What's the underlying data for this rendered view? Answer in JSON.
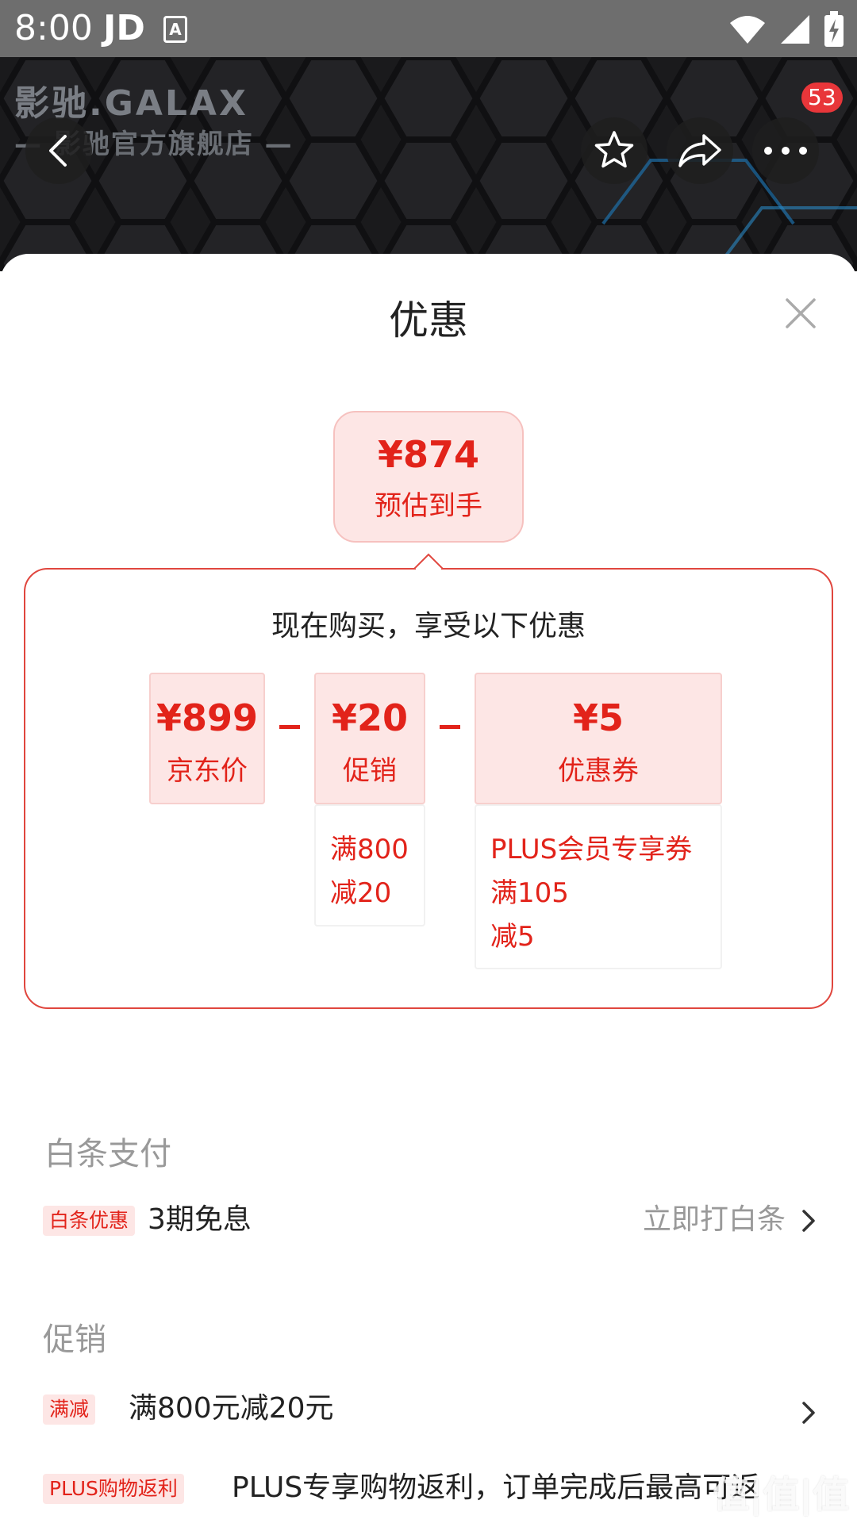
{
  "status_bar": {
    "time": "8:00",
    "app_label": "JD",
    "input_icon_letter": "A"
  },
  "header": {
    "store_logo": "影驰.GALAX",
    "store_subtitle": "— 影驰官方旗舰店 —",
    "cart_badge": "53"
  },
  "sheet": {
    "title": "优惠",
    "estimate": {
      "price": "¥874",
      "label": "预估到手"
    },
    "breakdown": {
      "title": "现在购买，享受以下优惠",
      "items": [
        {
          "price": "¥899",
          "label": "京东价"
        },
        {
          "price": "¥20",
          "label": "促销",
          "details": [
            "满800",
            "减20"
          ]
        },
        {
          "price": "¥5",
          "label": "优惠券",
          "details": [
            "PLUS会员专享券",
            "满105",
            "减5"
          ]
        }
      ]
    }
  },
  "baitiao": {
    "heading": "白条支付",
    "tag": "白条优惠",
    "text": "3期免息",
    "action": "立即打白条"
  },
  "promotion": {
    "heading": "促销",
    "rows": [
      {
        "tag": "满减",
        "text": "满800元减20元"
      },
      {
        "tag": "PLUS购物返利",
        "text": "PLUS专享购物返利，订单完成后最高可返"
      }
    ]
  },
  "watermark": "值|值|值",
  "colors": {
    "accent_red": "#e2231a",
    "pink_bg": "#fde6e5",
    "muted_gray": "#999999",
    "status_bar": "#6e6e6e"
  },
  "icons": [
    "back-arrow-icon",
    "star-icon",
    "share-icon",
    "more-icon",
    "close-icon",
    "chevron-right-icon",
    "wifi-icon",
    "signal-icon",
    "battery-icon"
  ]
}
